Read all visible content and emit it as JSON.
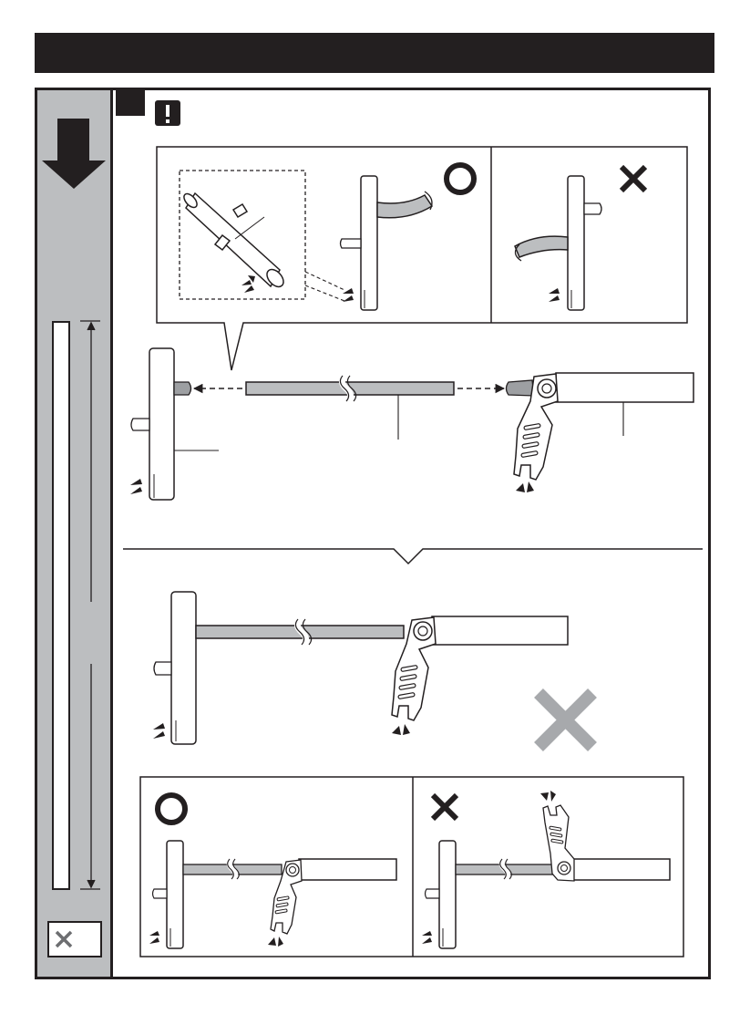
{
  "colors": {
    "ink": "#231f20",
    "sidebar_gray": "#bcbec0",
    "part_gray": "#bcbec0",
    "wrong_mark_gray": "#a7a9ac",
    "paper": "#ffffff"
  },
  "icons": {
    "header": "title-bar",
    "sidebar_arrow": "down-arrow-icon",
    "warning": "exclamation-icon",
    "correct": "circle-correct-icon",
    "incorrect": "cross-incorrect-icon",
    "click": "click-sound-icon",
    "cut": "break-line-icon"
  },
  "panels": {
    "inset_top_left": {
      "verdict": "correct"
    },
    "inset_top_right": {
      "verdict": "incorrect"
    },
    "assembly_step_one": {
      "parts": [
        "tee-handle",
        "connecting-rod",
        "lever-clamp"
      ]
    },
    "assembly_result": {
      "verdict": "incorrect"
    },
    "comparison_left": {
      "verdict": "correct"
    },
    "comparison_right": {
      "verdict": "incorrect"
    }
  }
}
